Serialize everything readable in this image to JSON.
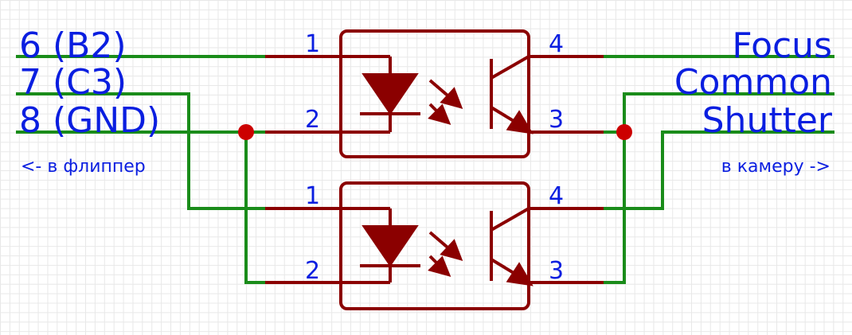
{
  "colors": {
    "wire": "#1a8c1a",
    "component": "#8b0000",
    "label": "#0a1ee0",
    "junction": "#cc0000"
  },
  "left_labels": {
    "net1": "6 (B2)",
    "net2": "7 (C3)",
    "net3": "8 (GND)",
    "caption": "<- в флиппер"
  },
  "right_labels": {
    "net1": "Focus",
    "net2": "Common",
    "net3": "Shutter",
    "caption": "в камеру ->"
  },
  "optocouplers": [
    {
      "pins": {
        "p1": "1",
        "p2": "2",
        "p3": "3",
        "p4": "4"
      }
    },
    {
      "pins": {
        "p1": "1",
        "p2": "2",
        "p3": "3",
        "p4": "4"
      }
    }
  ]
}
